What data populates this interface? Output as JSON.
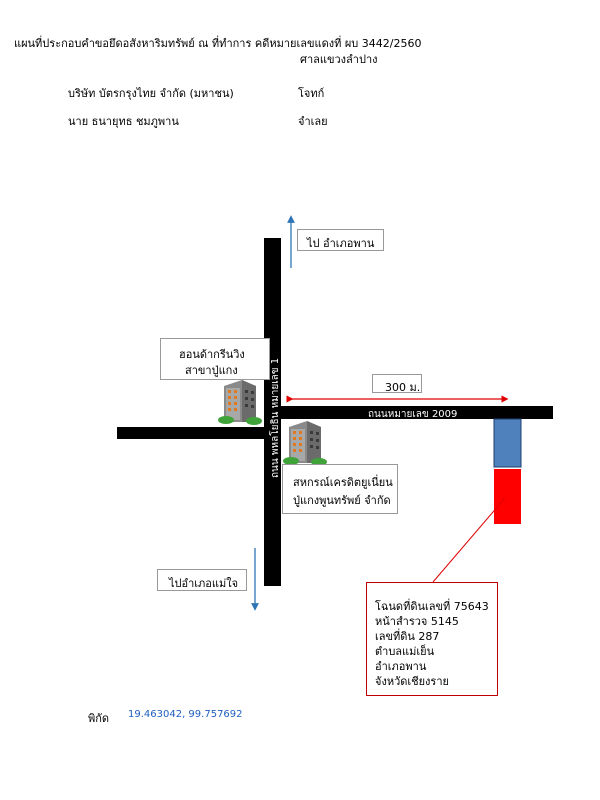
{
  "header": {
    "title": "แผนที่ประกอบคำขอยึดอสังหาริมทรัพย์ ณ ที่ทำการ คดีหมายเลขแดงที่ ผบ 3442/2560",
    "court": "ศาลแขวงลำปาง",
    "plaintiff_name": "บริษัท บัตรกรุงไทย จำกัด (มหาชน)",
    "plaintiff_role": "โจทก์",
    "defendant_name": "นาย ธนายุทธ ชมภูพาน",
    "defendant_role": "จำเลย"
  },
  "labels": {
    "north_direction": "ไป อำเภอพาน",
    "south_direction": "ไปอำเภอแม่ใจ",
    "main_road": "ถนน พหลโยธิน หมายเลข 1",
    "side_road": "ถนนหมายเลข 2009",
    "distance": "300 ม.",
    "landmark_1_line1": "ฮอนด้ากรีนวิง",
    "landmark_1_line2": "สาขาปู่แกง",
    "landmark_2_line1": "สหกรณ์เครดิตยูเนี่ยน",
    "landmark_2_line2": "ปู่แกงพูนทรัพย์ จำกัด"
  },
  "property": {
    "line1": "โฉนดที่ดินเลขที่ 75643",
    "line2": "หน้าสำรวจ 5145",
    "line3": "เลขที่ดิน 287",
    "line4": "ตำบลแม่เย็น",
    "line5": "อำเภอพาน",
    "line6": "จังหวัดเชียงราย"
  },
  "coordinates": {
    "label": "พิกัด",
    "value": "19.463042, 99.757692"
  },
  "colors": {
    "road": "#000000",
    "arrow": "#2E75B6",
    "distance_arrow": "#E00000",
    "plot_upper": "#4F81BD",
    "plot_lower": "#FF0000",
    "coord_text": "#1F5FBF"
  }
}
